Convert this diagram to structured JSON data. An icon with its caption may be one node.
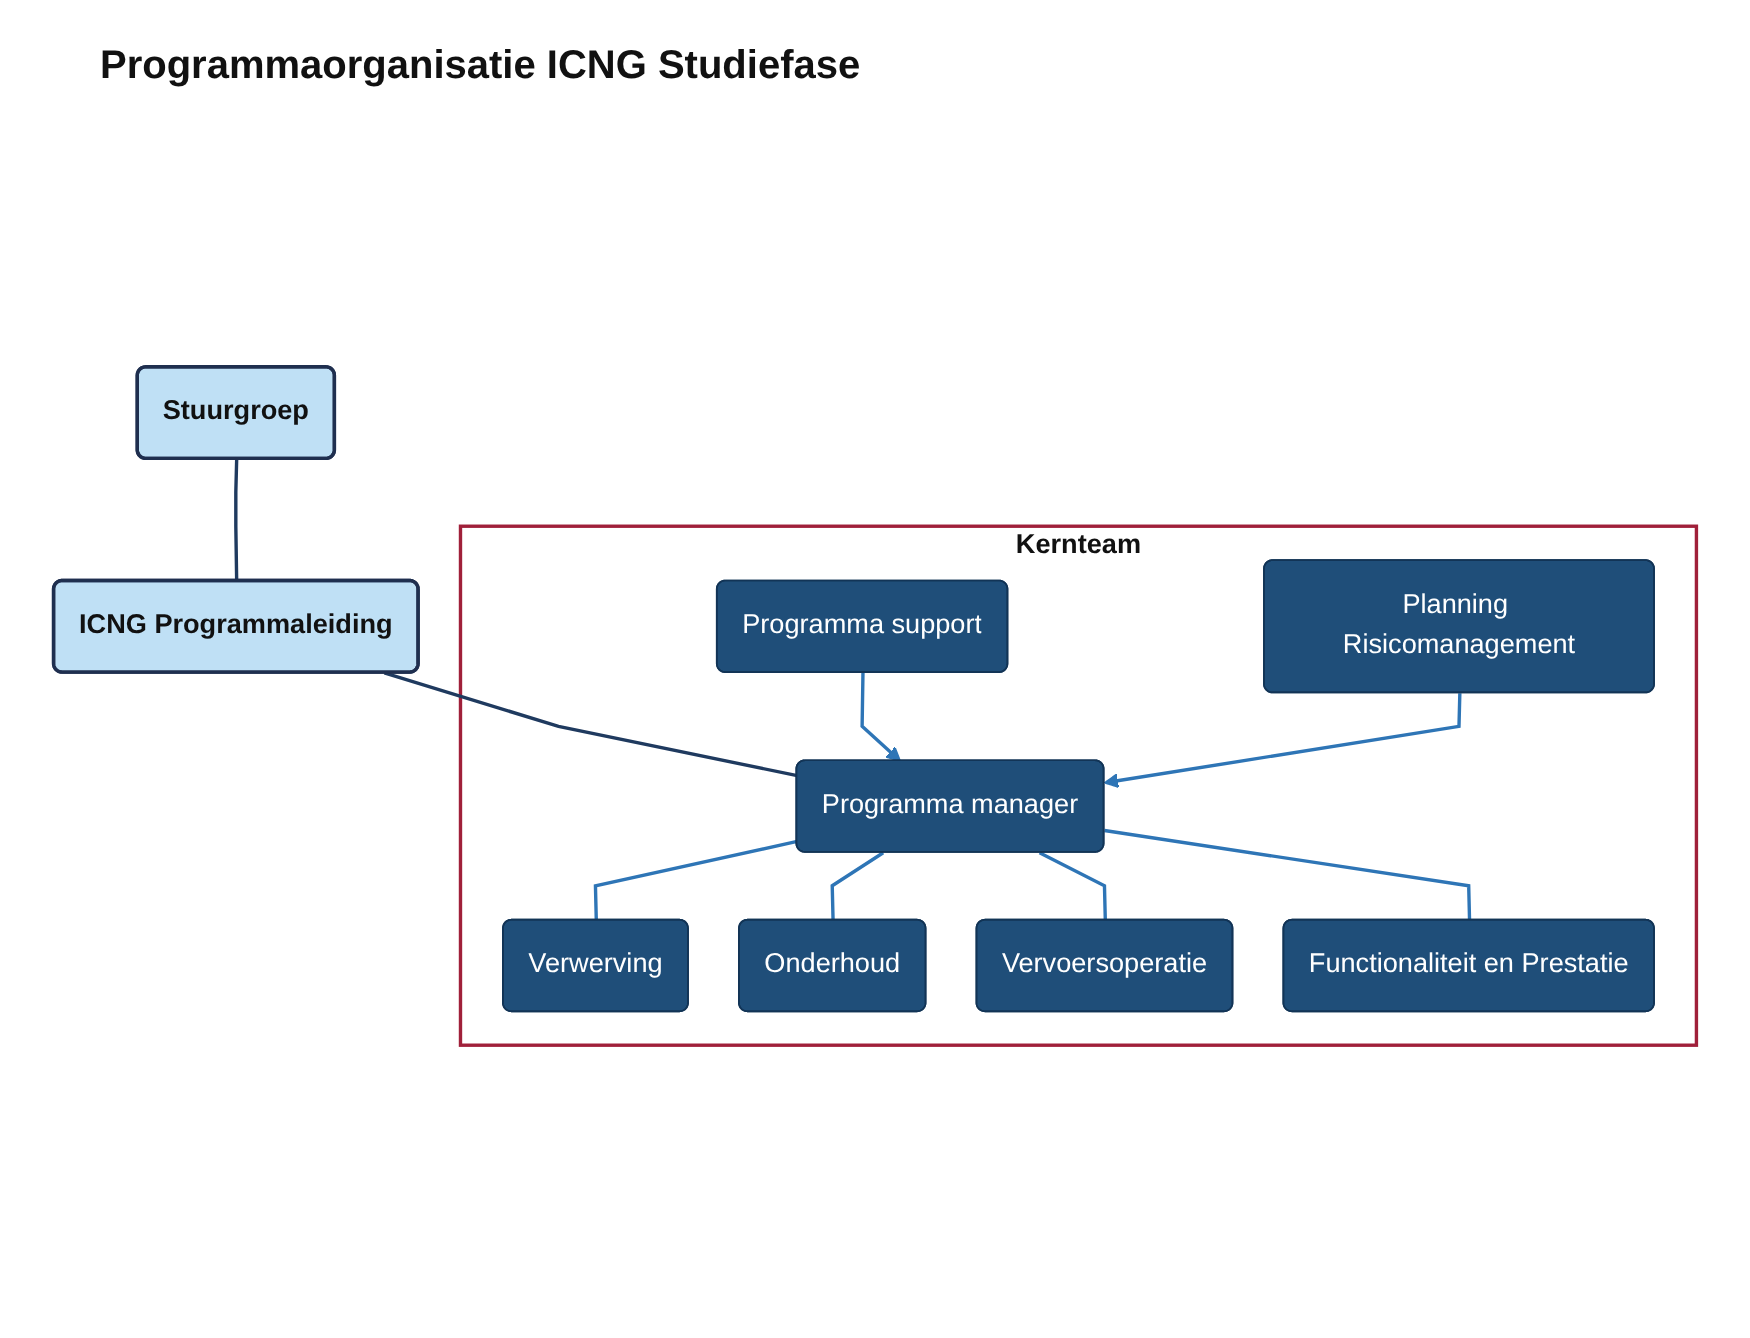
{
  "diagram": {
    "title": "Programmaorganisatie ICNG Studiefase",
    "nodes": [
      {
        "text": [
          "Stuurgroep"
        ]
      },
      {
        "text": [
          "ICNG Programmaleiding"
        ]
      },
      {
        "text": [
          "Kernteam"
        ]
      },
      {
        "text": [
          "Programma support"
        ],
        "in": 2
      },
      {
        "text": [
          "Programma manager"
        ],
        "in": 2
      },
      {
        "text": [
          "Planning Risicomanagement"
        ],
        "in": 2
      },
      {
        "text": [
          "Verwerving"
        ],
        "in": 2
      },
      {
        "text": [
          "Onderhoud"
        ],
        "in": 2
      },
      {
        "text": [
          "Vervoersoperatie"
        ],
        "in": 2
      },
      {
        "text": [
          "Functionaliteit en Prestatie"
        ],
        "in": 2
      }
    ],
    "edges": [
      {
        "from": 0,
        "to": 1,
        "arrow": "none",
        "color": "#1f3a5f"
      },
      {
        "from": 1,
        "to": 4,
        "arrow": "none",
        "color": "#1f3a5f"
      },
      {
        "from": 3,
        "to": 4,
        "arrow": "to"
      },
      {
        "from": 5,
        "to": 4,
        "arrow": "to"
      },
      {
        "from": 4,
        "to": 6,
        "arrow": "none"
      },
      {
        "from": 4,
        "to": 7,
        "arrow": "none"
      },
      {
        "from": 4,
        "to": 8,
        "arrow": "none"
      },
      {
        "from": 4,
        "to": 9,
        "arrow": "none"
      }
    ]
  }
}
